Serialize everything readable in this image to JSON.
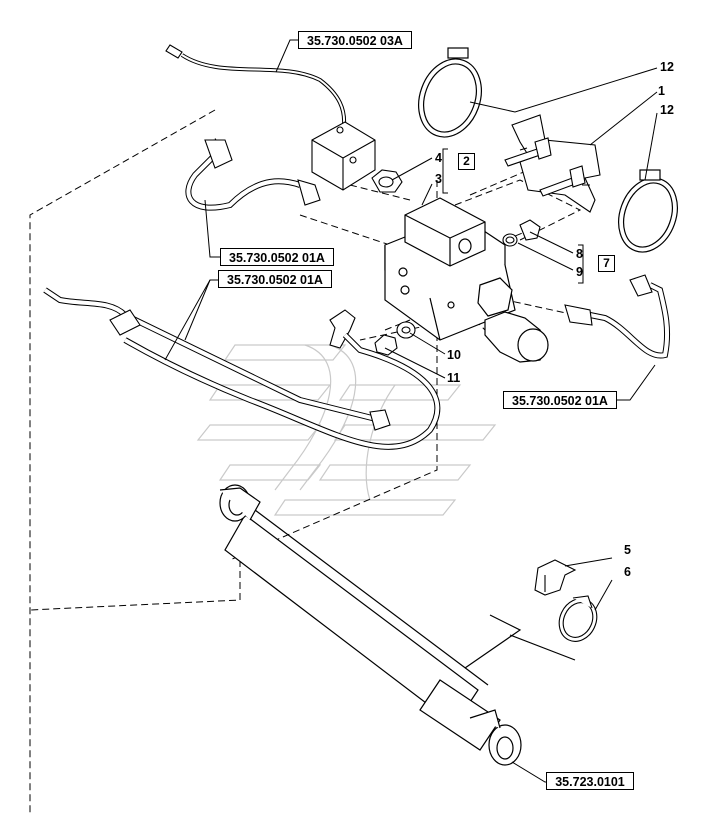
{
  "references": {
    "ref_harness": "35.730.0502 03A",
    "ref_pipe_a": "35.730.0502 01A",
    "ref_pipe_b": "35.730.0502 01A",
    "ref_pipe_right": "35.730.0502 01A",
    "ref_cylinder": "35.723.0101"
  },
  "callouts": {
    "n1": "1",
    "n2": "2",
    "n3": "3",
    "n4": "4",
    "n5": "5",
    "n6": "6",
    "n7": "7",
    "n8": "8",
    "n9": "9",
    "n10": "10",
    "n11": "11",
    "n12a": "12",
    "n12b": "12"
  }
}
